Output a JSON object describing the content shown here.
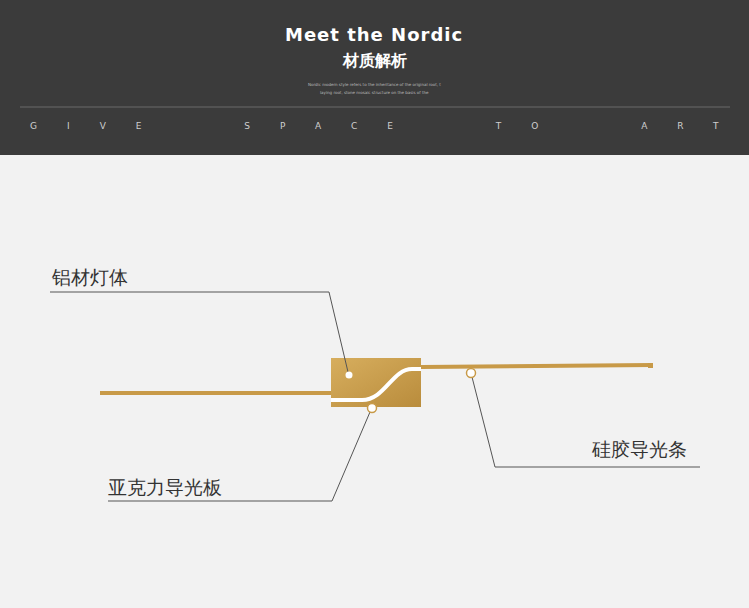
{
  "diagram": {
    "title": "Meet the Nordic",
    "labels": [
      "材质解析",
      "Nordic modern style refers to the inheritance of the original root, t",
      "laying root, stone mosaic structure on the basis of the",
      "GIVE SPACE TO ART",
      "铝材灯体",
      "亚克力导光板",
      "硅胶导光条"
    ]
  }
}
